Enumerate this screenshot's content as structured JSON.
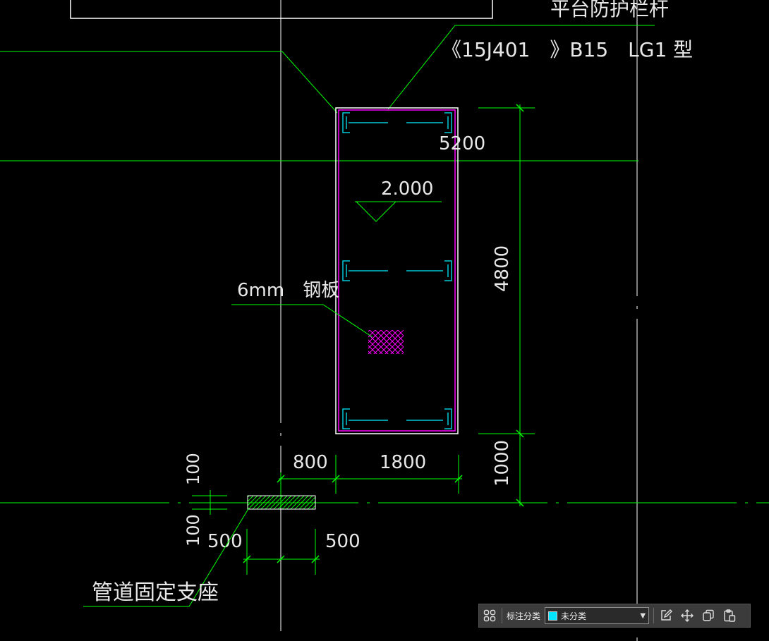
{
  "drawing": {
    "texts": {
      "railing_title": "平台防护栏杆",
      "railing_spec": "《15J401　》B15　LG1 型",
      "elevation": "2.000",
      "steel_plate": "6mm　钢板",
      "pipe_support": "管道固定支座",
      "dim_5200": "5200",
      "dim_4800": "4800",
      "dim_1000": "1000",
      "dim_800": "800",
      "dim_1800": "1800",
      "dim_100_top": "100",
      "dim_100_bottom": "100",
      "dim_500_left": "500",
      "dim_500_right": "500"
    },
    "colors": {
      "background": "#000000",
      "line": "#00ff00",
      "outline": "#ffffff",
      "hatch": "#ff00ff",
      "channel": "#00c8d8"
    }
  },
  "toolbar": {
    "grid_icon": "grid-icon",
    "label": "标注分类",
    "select_value": "未分类",
    "swatch_color": "#00e5ff",
    "edit_icon": "edit-icon",
    "move_icon": "move-icon",
    "copy_icon": "copy-icon",
    "paste_icon": "paste-icon"
  }
}
